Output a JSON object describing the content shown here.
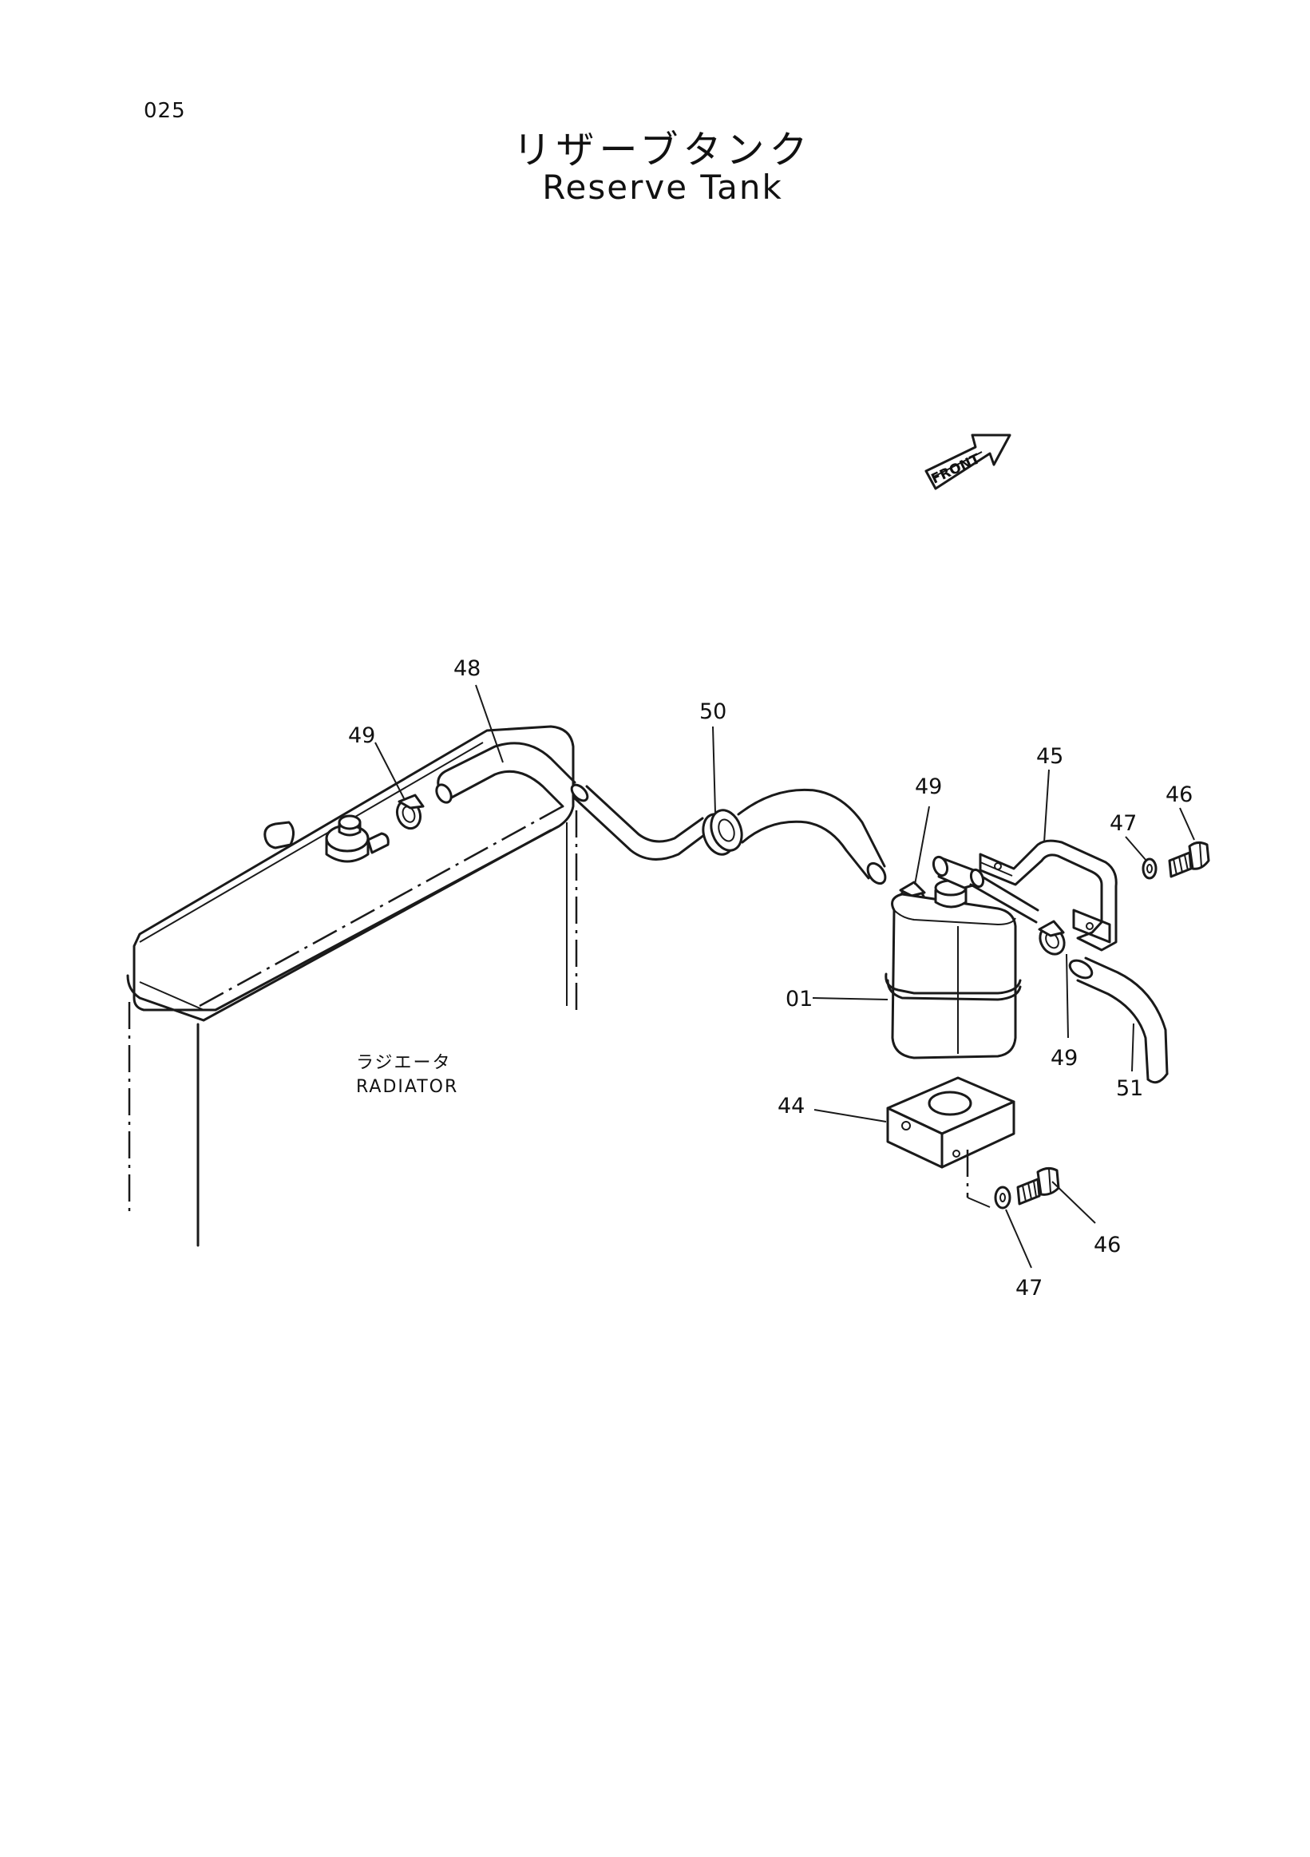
{
  "page_number": "025",
  "title_jp": "リザーブタンク",
  "title_en": "Reserve Tank",
  "front_label": "FRONT",
  "radiator_label_jp": "ラジエータ",
  "radiator_label_en": "RADIATOR",
  "callouts": {
    "c48": "48",
    "c49a": "49",
    "c50": "50",
    "c49b": "49",
    "c45": "45",
    "c47a": "47",
    "c46a": "46",
    "c01": "01",
    "c49c": "49",
    "c51": "51",
    "c44": "44",
    "c46b": "46",
    "c47b": "47"
  }
}
